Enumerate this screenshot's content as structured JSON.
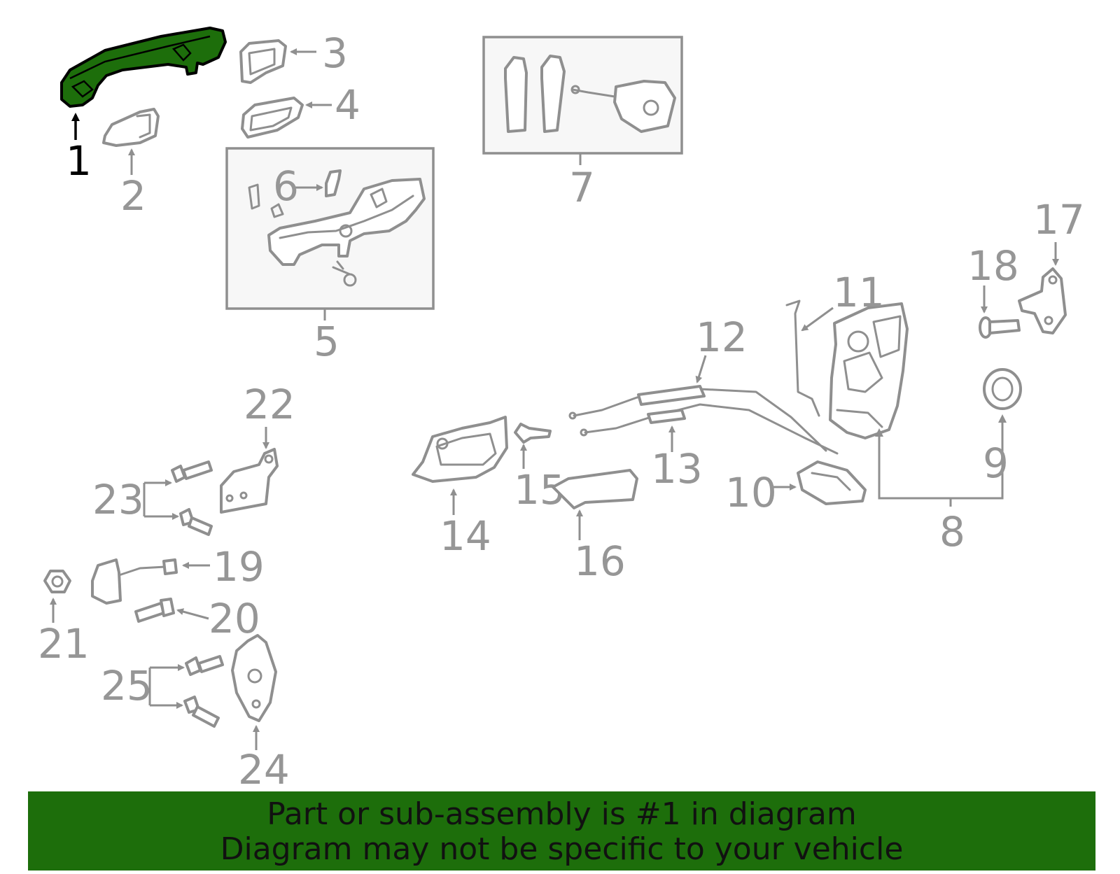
{
  "callouts": {
    "c1": "1",
    "c2": "2",
    "c3": "3",
    "c4": "4",
    "c5": "5",
    "c6": "6",
    "c7": "7",
    "c8": "8",
    "c9": "9",
    "c10": "10",
    "c11": "11",
    "c12": "12",
    "c13": "13",
    "c14": "14",
    "c15": "15",
    "c16": "16",
    "c17": "17",
    "c18": "18",
    "c19": "19",
    "c20": "20",
    "c21": "21",
    "c22": "22",
    "c23": "23",
    "c24": "24",
    "c25": "25"
  },
  "highlight": {
    "part": "1",
    "color": "#1d6e0b"
  },
  "banner": {
    "line1": "Part or sub-assembly is #1 in diagram",
    "line2": "Diagram may not be specific to your vehicle"
  },
  "colors": {
    "outline": "#8f8f8f",
    "highlight_fill": "#1d6e0b",
    "banner_bg": "#1d6e0b"
  }
}
